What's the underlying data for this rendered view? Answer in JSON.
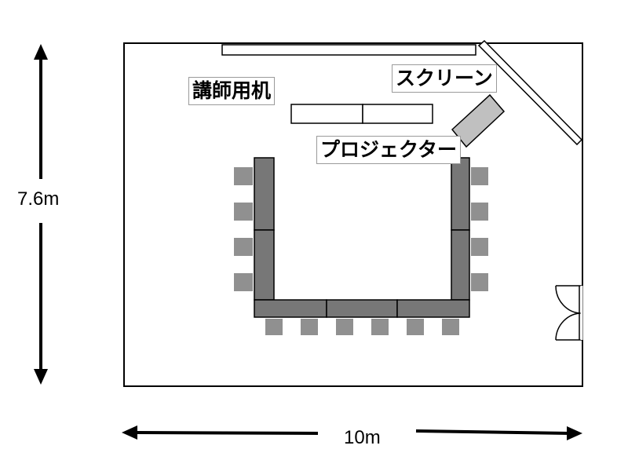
{
  "labels": {
    "instructor_desk": "講師用机",
    "screen": "スクリーン",
    "projector": "プロジェクター"
  },
  "dimensions": {
    "height": "7.6m",
    "width": "10m"
  },
  "colors": {
    "wall": "#000000",
    "table_fill": "#777777",
    "chair_fill": "#909090",
    "projector_fill": "#c0c0c0",
    "label_border": "#9a9a9a"
  }
}
